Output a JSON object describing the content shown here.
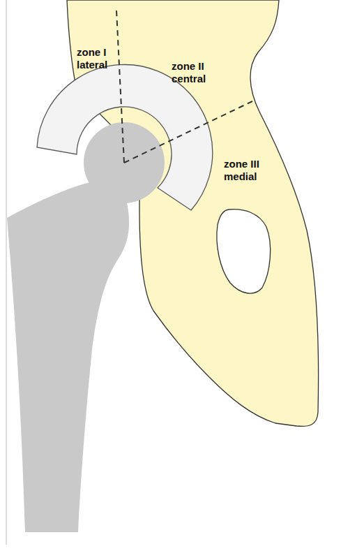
{
  "diagram": {
    "labels": [
      "zone I lateral",
      "zone II central",
      "zone III medial"
    ]
  }
}
